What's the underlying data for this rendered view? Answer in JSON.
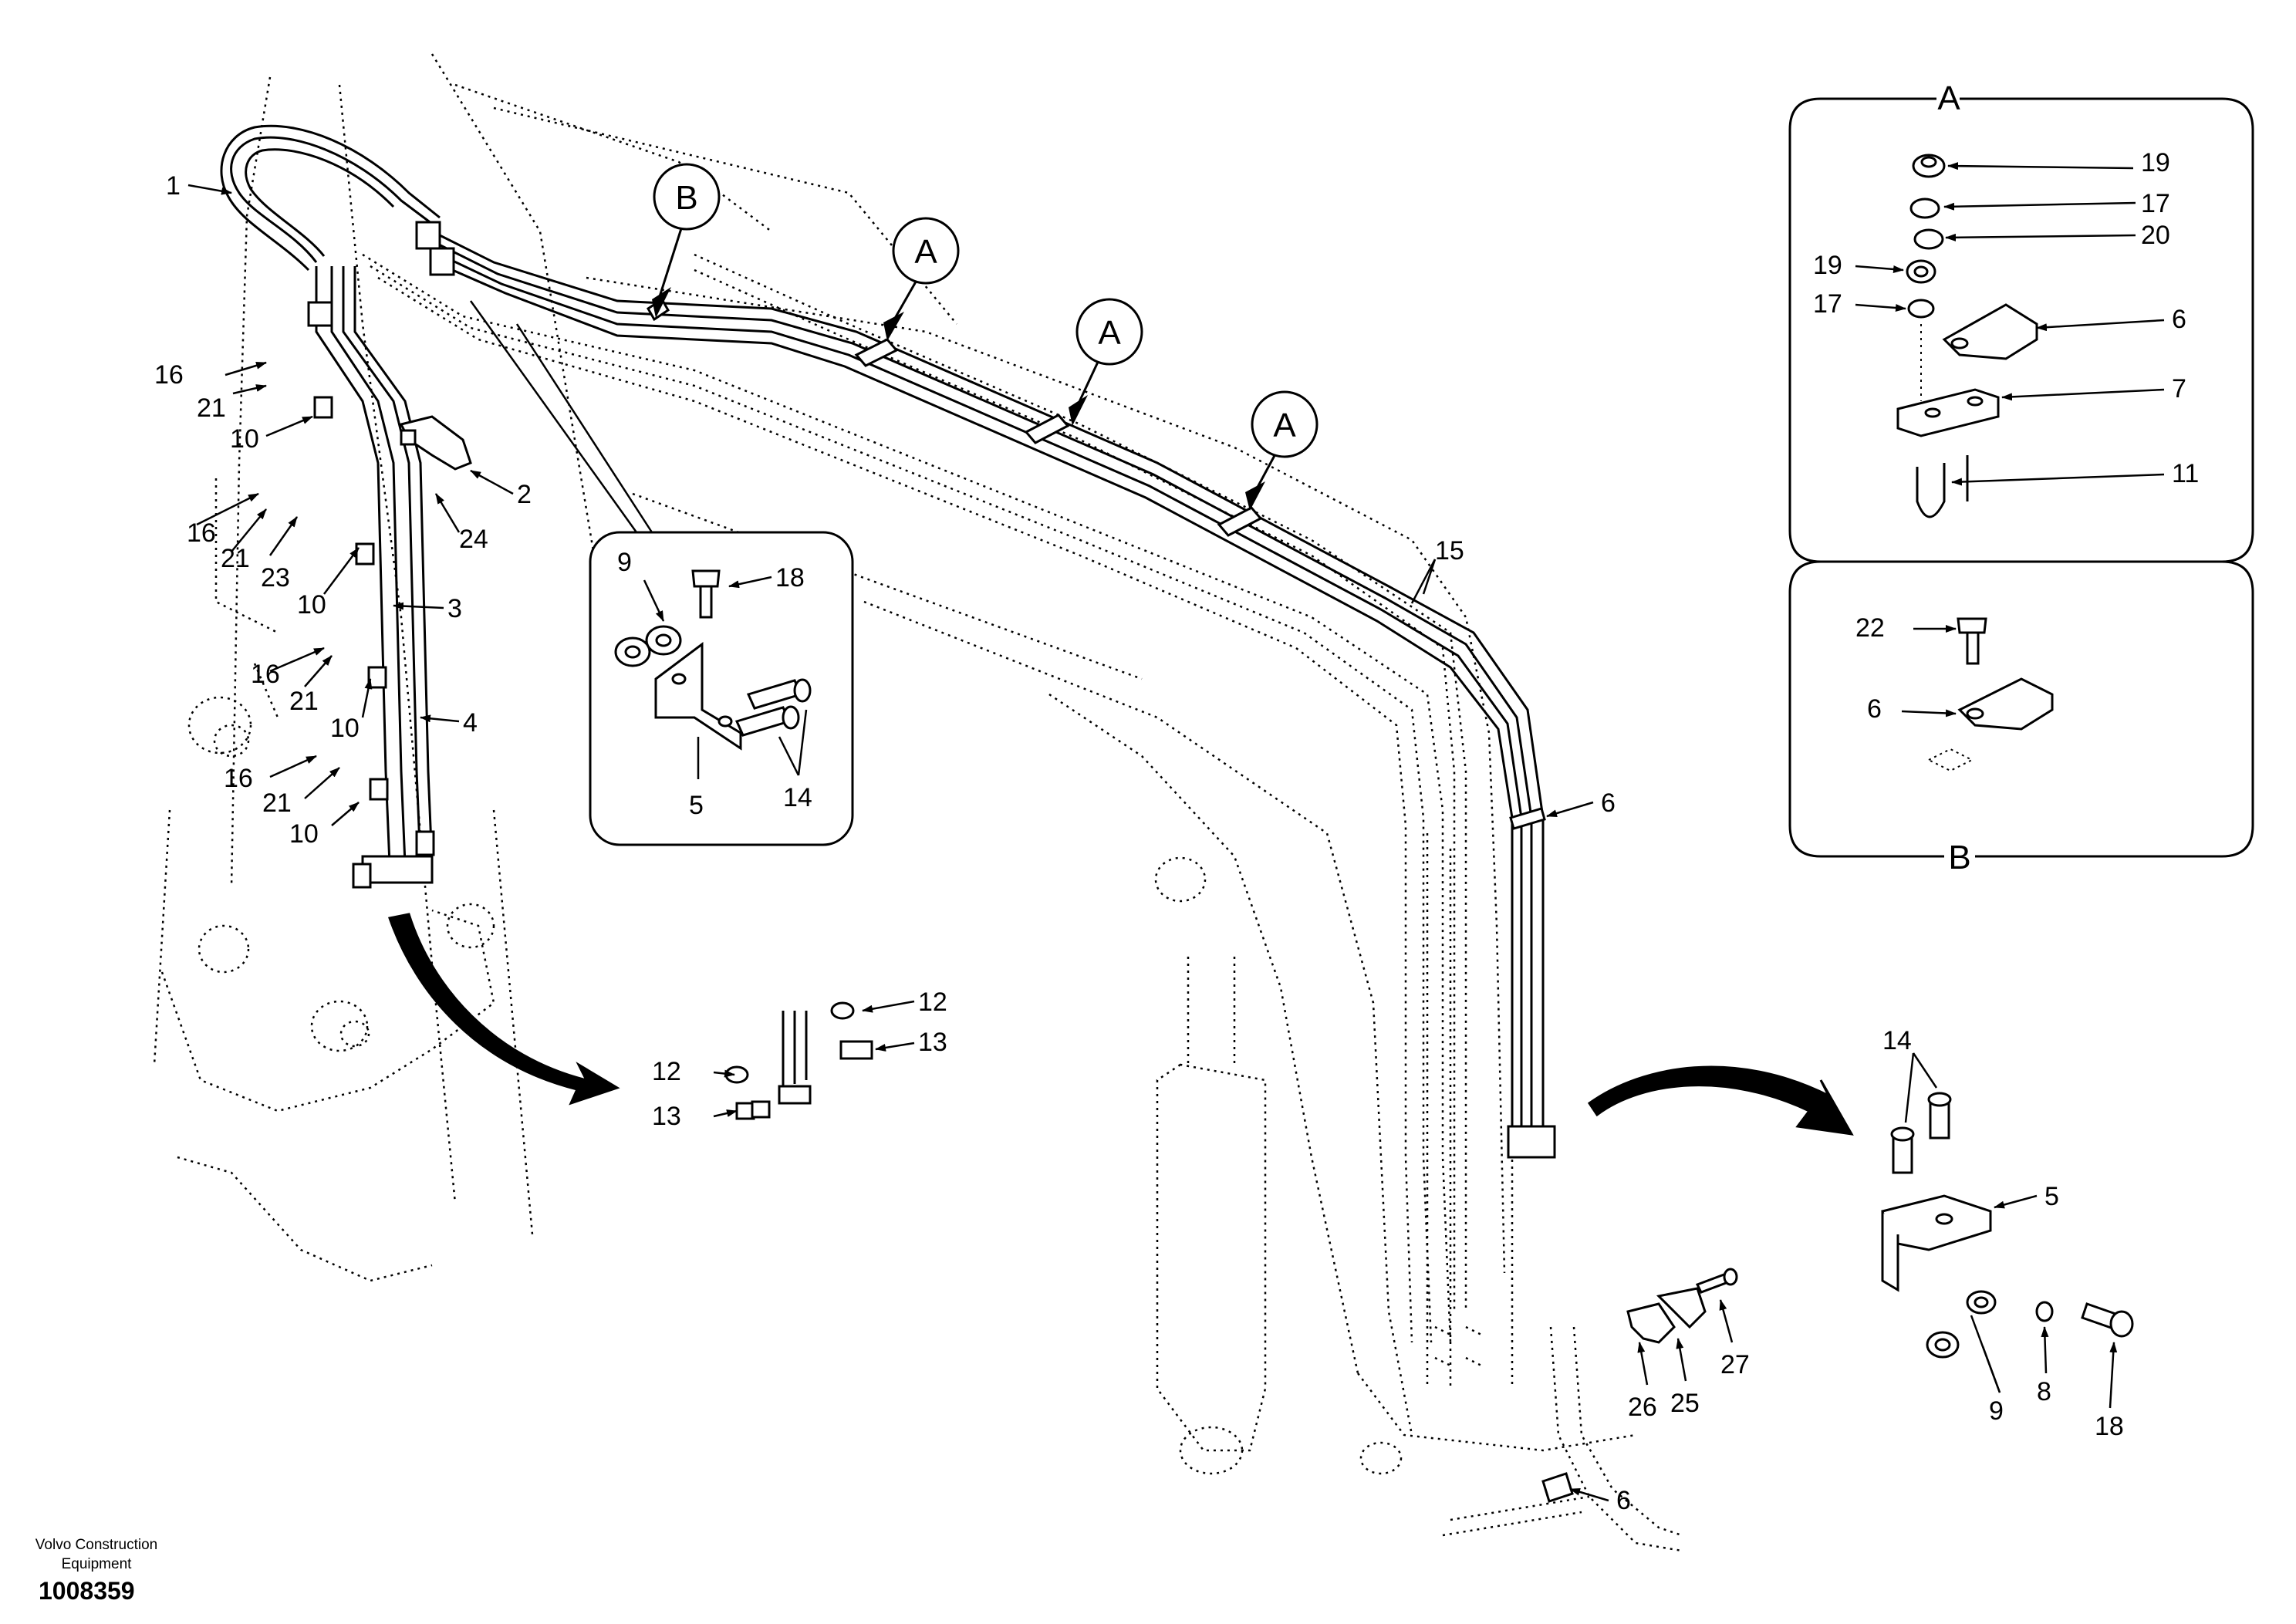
{
  "callouts": {
    "c1": "1",
    "c2": "2",
    "c3": "3",
    "c4": "4",
    "c5": "5",
    "c6": "6",
    "c7": "7",
    "c8": "8",
    "c9": "9",
    "c10": "10",
    "c11": "11",
    "c12": "12",
    "c13": "13",
    "c14": "14",
    "c15": "15",
    "c16": "16",
    "c17": "17",
    "c18": "18",
    "c19": "19",
    "c20": "20",
    "c21": "21",
    "c22": "22",
    "c23": "23",
    "c24": "24",
    "c25": "25",
    "c26": "26",
    "c27": "27"
  },
  "view_markers": {
    "a": "A",
    "b": "B"
  },
  "footer": {
    "company_line1": "Volvo Construction",
    "company_line2": "Equipment",
    "doc_number": "1008359"
  }
}
